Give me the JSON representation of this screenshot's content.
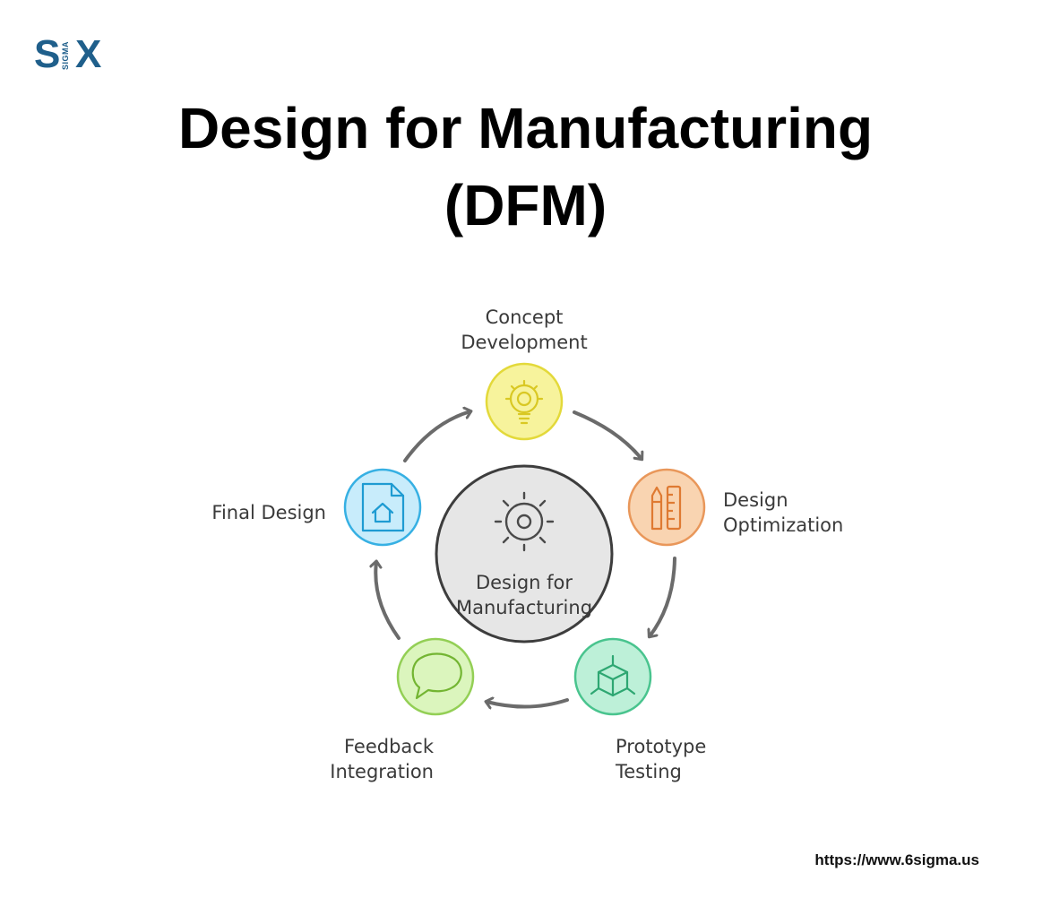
{
  "logo": {
    "s": "S",
    "sigma": "SIGMA",
    "x": "X",
    "colors": {
      "s": "#1f5f8b",
      "x": "#1f5f8b",
      "sigma": "#1f5f8b"
    }
  },
  "title": {
    "line1": "Design for Manufacturing",
    "line2": "(DFM)"
  },
  "center": {
    "line1": "Design for",
    "line2": "Manufacturing",
    "icon": "gear-icon",
    "fill": "#e6e6e6"
  },
  "steps": [
    {
      "line1": "Concept",
      "line2": "Development",
      "icon": "lightbulb-gear-icon",
      "fill": "#f7f39c",
      "stroke": "#e3d93a",
      "icon_color": "#d9c823"
    },
    {
      "line1": "Design",
      "line2": "Optimization",
      "icon": "pencil-ruler-icon",
      "fill": "#f9d4b1",
      "stroke": "#e9975a",
      "icon_color": "#df7a32"
    },
    {
      "line1": "Prototype",
      "line2": "Testing",
      "icon": "cube-icon",
      "fill": "#bdf0d8",
      "stroke": "#49c48e",
      "icon_color": "#2ea772"
    },
    {
      "line1": "Feedback",
      "line2": "Integration",
      "icon": "chat-bubble-icon",
      "fill": "#dbf5bd",
      "stroke": "#93cf55",
      "icon_color": "#73b532"
    },
    {
      "line1": "Final Design",
      "line2": "",
      "icon": "document-home-icon",
      "fill": "#c8ecfb",
      "stroke": "#36b0e3",
      "icon_color": "#1e9bd2"
    }
  ],
  "url": "https://www.6sigma.us"
}
